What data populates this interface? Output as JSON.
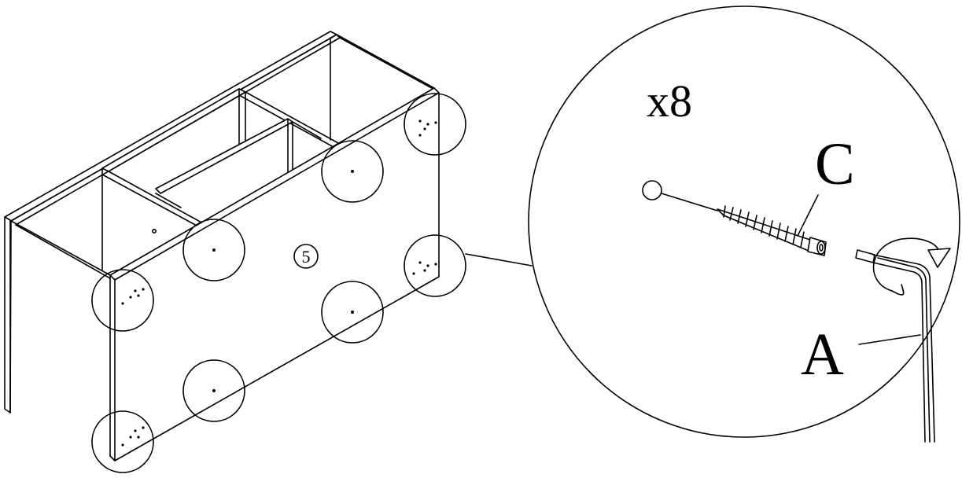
{
  "diagram": {
    "panel_number": "5",
    "quantity_label": "x8",
    "screw_label": "C",
    "tool_label": "A"
  }
}
